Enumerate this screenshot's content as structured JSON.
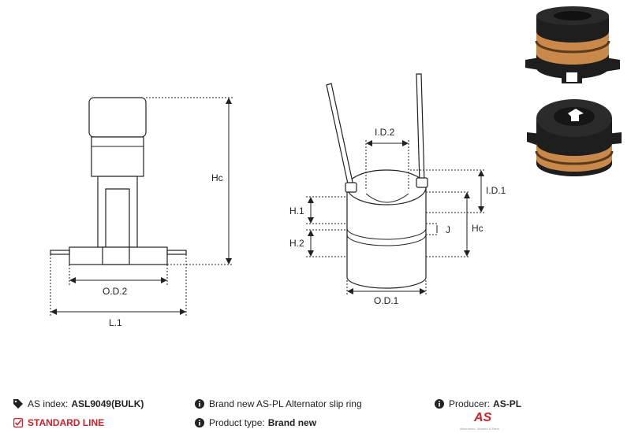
{
  "drawing": {
    "left_labels": {
      "hc": "Hc",
      "od2": "O.D.2",
      "l1": "L.1"
    },
    "center_labels": {
      "id2": "I.D.2",
      "id1": "I.D.1",
      "h1": "H.1",
      "h2": "H.2",
      "j": "J",
      "hc": "Hc",
      "od1": "O.D.1"
    }
  },
  "footer": {
    "as_index_label": "AS index:",
    "as_index_value": "ASL9049(BULK)",
    "standard_line": "STANDARD LINE",
    "description": "Brand new AS-PL Alternator slip ring",
    "product_type_label": "Product type:",
    "product_type_value": "Brand new",
    "producer_label": "Producer:",
    "producer_value": "AS-PL",
    "logo_text": "AS",
    "logo_tagline": "Alternators, Starters & Parts"
  },
  "colors": {
    "accent": "#d0202a",
    "copper": "#c8894a",
    "dark": "#1e1e1e"
  },
  "icons": {
    "as_index": "tag-icon",
    "standard_line": "checkbox-icon",
    "description": "info-icon",
    "product_type": "info-icon",
    "producer": "info-icon"
  }
}
